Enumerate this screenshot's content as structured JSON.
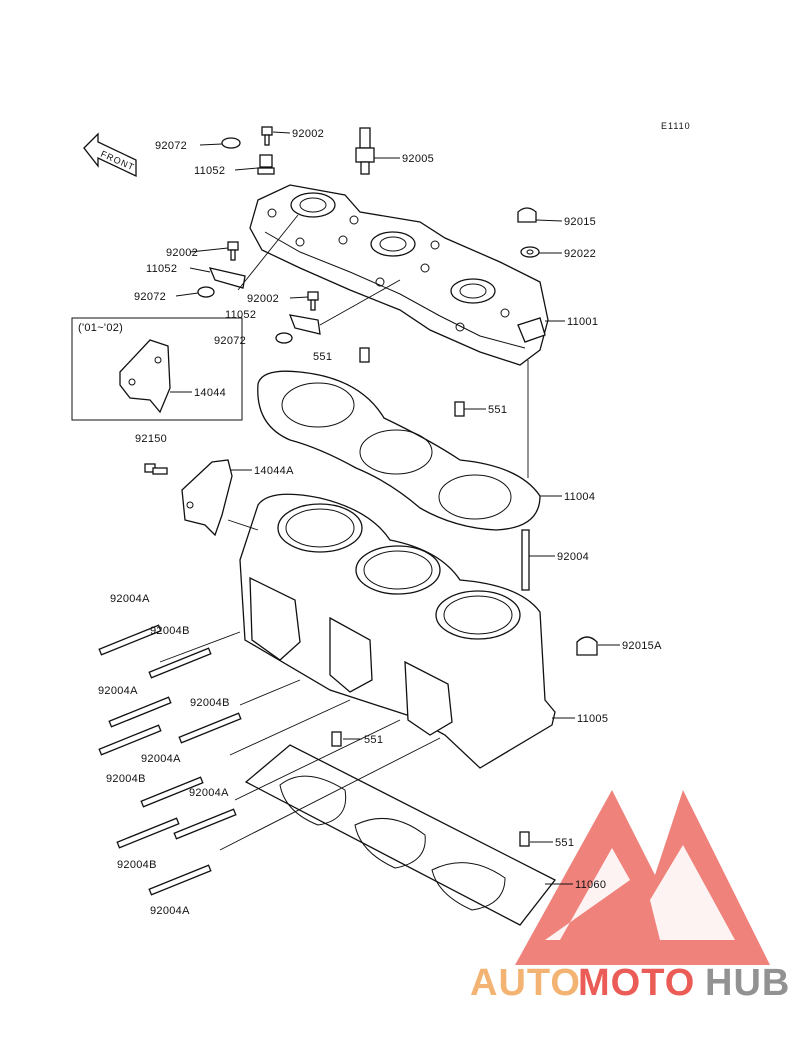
{
  "diagram": {
    "code": "E1110",
    "front_label": "FRONT",
    "inset_label": "('01~'02)"
  },
  "callouts": {
    "c92072_top": "92072",
    "c92002_top": "92002",
    "c92005": "92005",
    "c11052_top": "11052",
    "c92015": "92015",
    "c92002_mid": "92002",
    "c11052_mid": "11052",
    "c92022": "92022",
    "c92072_mid": "92072",
    "c92002_low": "92002",
    "c11052_low": "11052",
    "c11001": "11001",
    "c92072_low": "92072",
    "c551_a": "551",
    "c14044": "14044",
    "c551_b": "551",
    "c92150": "92150",
    "c14044A": "14044A",
    "c11004": "11004",
    "c92004": "92004",
    "c92004A_1": "92004A",
    "c92004B_1": "92004B",
    "c92015A": "92015A",
    "c92004A_2": "92004A",
    "c92004B_2": "92004B",
    "c11005": "11005",
    "c551_c": "551",
    "c92004A_3": "92004A",
    "c92004B_3": "92004B",
    "c92004A_4": "92004A",
    "c551_d": "551",
    "c92004B_4": "92004B",
    "c11060": "11060",
    "c92004A_5": "92004A"
  },
  "watermark": {
    "part1": "AUTO",
    "part2": "MOTO",
    "part3": "HUB",
    "color_orange": "#f2a65a",
    "color_red": "#e8403a",
    "color_grey": "#808080"
  }
}
